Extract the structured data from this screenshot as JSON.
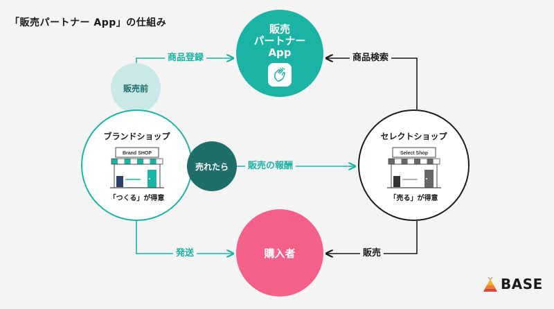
{
  "title": "「販売パートナー App」の仕組み",
  "nodes": {
    "app": "販売\nパートナー\nApp",
    "pre_sale": "販売前",
    "brand_shop": {
      "title": "ブランドショップ",
      "sign": "Brand SHOP",
      "subtitle": "「つくる」が得意"
    },
    "select_shop": {
      "title": "セレクトショップ",
      "sign": "Select Shop",
      "subtitle": "「売る」が得意"
    },
    "sold": "売れたら",
    "buyer": "購入者"
  },
  "edges": {
    "product_register": "商品登録",
    "product_search": "商品検索",
    "sales_reward": "販売の報酬",
    "shipping": "発送",
    "sales": "販売"
  },
  "logo": "BASE",
  "colors": {
    "teal": "#1bb3a3",
    "dark_teal": "#1f6e69",
    "light_teal": "#c8e9e6",
    "pink": "#f5608a",
    "black": "#1a1a1a",
    "background": "#f4f4f4"
  },
  "icons": [
    "clapping-hands-icon",
    "store-icon",
    "tent-logo-icon"
  ]
}
